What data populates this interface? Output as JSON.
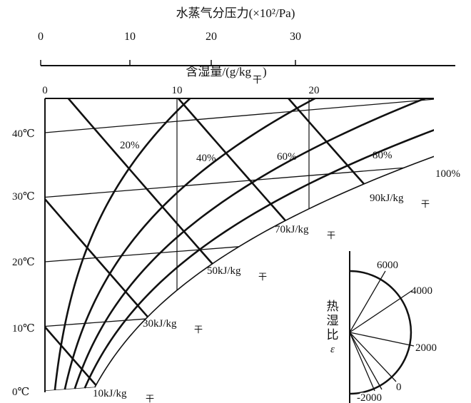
{
  "pressure_axis": {
    "title": "水蒸气分压力(×10²/Pa)",
    "ticks": [
      "0",
      "10",
      "20",
      "30"
    ]
  },
  "moisture_axis": {
    "title": "含湿量/(g/kg",
    "title_sub": "干",
    "title_end": ")",
    "ticks": [
      "0",
      "10",
      "20"
    ]
  },
  "temperature_labels": [
    "0℃",
    "10℃",
    "20℃",
    "30℃",
    "40℃"
  ],
  "chart_data": {
    "type": "psychrometric",
    "temperatures_c": [
      0,
      10,
      20,
      30,
      40
    ],
    "moisture_ticks_g_per_kg": [
      0,
      10,
      20
    ],
    "relative_humidity": [
      {
        "value": 20,
        "label": "20%"
      },
      {
        "value": 40,
        "label": "40%"
      },
      {
        "value": 60,
        "label": "60%"
      },
      {
        "value": 80,
        "label": "80%"
      },
      {
        "value": 100,
        "label": "100%"
      }
    ],
    "enthalpy": [
      {
        "value": 10,
        "label": "10kJ/kg",
        "sub": "干"
      },
      {
        "value": 30,
        "label": "30kJ/kg",
        "sub": "干"
      },
      {
        "value": 50,
        "label": "50kJ/kg",
        "sub": "干"
      },
      {
        "value": 70,
        "label": "70kJ/kg",
        "sub": "干"
      },
      {
        "value": 90,
        "label": "90kJ/kg",
        "sub": "干"
      }
    ]
  },
  "protractor": {
    "title_chars": [
      "热",
      "湿",
      "比"
    ],
    "symbol": "ε",
    "labels": [
      "6000",
      "4000",
      "2000",
      "0",
      "-2000"
    ]
  }
}
